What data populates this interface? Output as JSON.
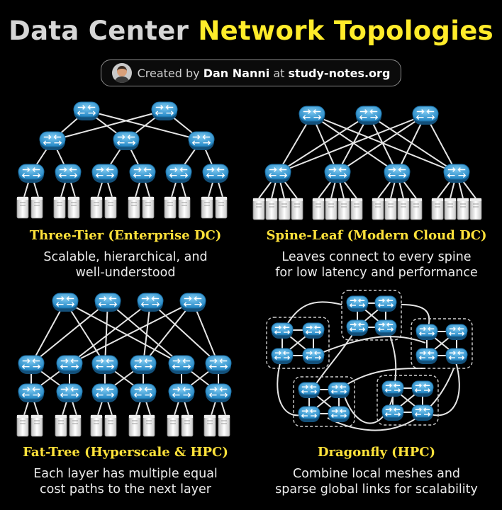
{
  "header": {
    "title_part1": "Data Center",
    "title_part2": "Network Topologies",
    "credit_prefix": "Created by",
    "credit_name": "Dan Nanni",
    "credit_mid": "at",
    "credit_site": "study-notes.org"
  },
  "panels": [
    {
      "title": "Three-Tier (Enterprise DC)",
      "desc_line1": "Scalable, hierarchical, and",
      "desc_line2": "well-understood"
    },
    {
      "title": "Spine-Leaf (Modern Cloud DC)",
      "desc_line1": "Leaves connect to every spine",
      "desc_line2": "for low latency and performance"
    },
    {
      "title": "Fat-Tree (Hyperscale & HPC)",
      "desc_line1": "Each layer has multiple equal",
      "desc_line2": "cost paths to the next layer"
    },
    {
      "title": "Dragonfly (HPC)",
      "desc_line1": "Combine local meshes and",
      "desc_line2": "sparse global links for scalability"
    }
  ],
  "icons": {
    "router": "router-icon",
    "server": "server-icon"
  },
  "colors": {
    "title_accent": "#ffec2a",
    "caption_accent": "#ffe23a",
    "router": "#3aa0d8",
    "server": "#d8d8d8",
    "link": "#e6e6e6"
  }
}
